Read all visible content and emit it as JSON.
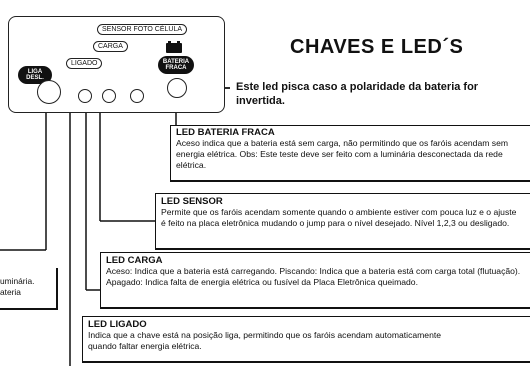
{
  "panel": {
    "labels": {
      "liga_desl": "LIGA\nDESL.",
      "ligado": "LIGADO",
      "carga": "CARGA",
      "sensor": "SENSOR FOTO CÉLULA",
      "bateria": "BATERIA\nFRACA"
    }
  },
  "title": "CHAVES E LED´S",
  "note": "Este led pisca caso a polaridade da bateria for invertida.",
  "boxes": {
    "bateria_fraca": {
      "heading": "LED BATERIA FRACA",
      "body": "Aceso indica que a bateria está sem carga, não permitindo que os faróis acendam sem energia elétrica. Obs: Este teste deve ser feito com a luminária desconectada da rede elétrica."
    },
    "sensor": {
      "heading": "LED SENSOR",
      "body": "Permite que os faróis acendam somente quando o ambiente estiver com pouca luz e o ajuste é feito na placa eletrônica mudando o jump para o nível desejado. Nível 1,2,3 ou desligado."
    },
    "carga": {
      "heading": "LED CARGA",
      "body": "Aceso: Indica que a bateria está carregando. Piscando: Indica que a bateria está com carga total (flutuação).  Apagado: Indica falta de energia elétrica ou fusível da Placa Eletrônica queimado."
    },
    "ligado": {
      "heading": "LED LIGADO",
      "body": "Indica que a chave está na posição liga, permitindo que os faróis acendam automaticamente quando faltar energia elétrica."
    }
  },
  "partial_box": {
    "line1": "uminária.",
    "line2": "ateria"
  }
}
